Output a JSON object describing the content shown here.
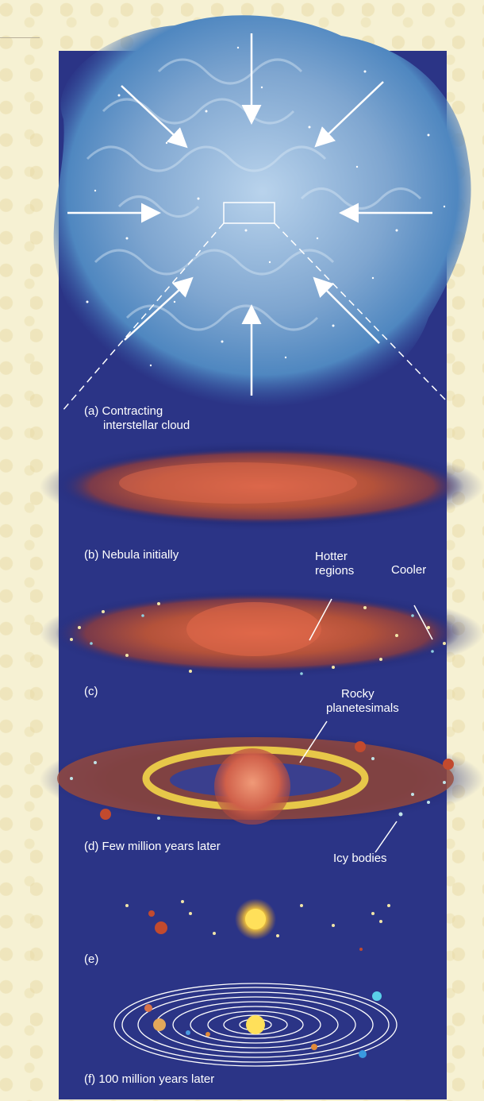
{
  "figure": {
    "colors": {
      "background": "#2b3486",
      "page": "#f6f1d3",
      "cloud": "#8fb3d9",
      "nebula": "#c75b3a",
      "sun": "#ffd23a",
      "label": "#ffffff"
    },
    "captions": {
      "a_line1": "(a) Contracting",
      "a_line2": "interstellar cloud",
      "b": "(b) Nebula initially",
      "c": "(c)",
      "d": "(d) Few million years later",
      "e": "(e)",
      "f": "(f) 100 million years later"
    },
    "labels": {
      "hotter_line1": "Hotter",
      "hotter_line2": "regions",
      "cooler": "Cooler",
      "rocky_line1": "Rocky",
      "rocky_line2": "planetesimals",
      "icy": "Icy bodies"
    }
  }
}
